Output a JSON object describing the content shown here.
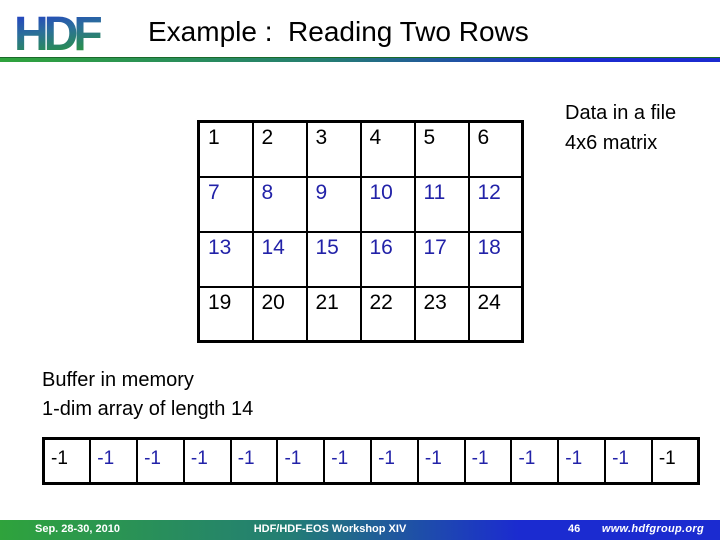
{
  "colors": {
    "accent_blue": "#2222A8",
    "gradient_green": "#2FA33C",
    "gradient_blue": "#1B2BD0",
    "footer_text": "#FFFFFF",
    "title_text": "#000000"
  },
  "header": {
    "logo_text": "HDF",
    "title": "Example :  Reading Two Rows"
  },
  "file_section": {
    "caption_line1": "Data in a file",
    "caption_line2": "4x6 matrix"
  },
  "matrix": {
    "rows": 4,
    "cols": 6,
    "highlighted_rows": [
      1,
      2
    ],
    "values": [
      [
        "1",
        "2",
        "3",
        "4",
        "5",
        "6"
      ],
      [
        "7",
        "8",
        "9",
        "10",
        "11",
        "12"
      ],
      [
        "13",
        "14",
        "15",
        "16",
        "17",
        "18"
      ],
      [
        "19",
        "20",
        "21",
        "22",
        "23",
        "24"
      ]
    ]
  },
  "buffer_section": {
    "caption_line1": "Buffer in memory",
    "caption_line2": "1-dim array of length 14",
    "length": 14,
    "highlighted_range": [
      1,
      12
    ],
    "values": [
      "-1",
      "-1",
      "-1",
      "-1",
      "-1",
      "-1",
      "-1",
      "-1",
      "-1",
      "-1",
      "-1",
      "-1",
      "-1",
      "-1"
    ]
  },
  "footer": {
    "date": "Sep. 28-30, 2010",
    "workshop": "HDF/HDF-EOS Workshop XIV",
    "page_number": "46",
    "website": "www.hdfgroup.org"
  }
}
